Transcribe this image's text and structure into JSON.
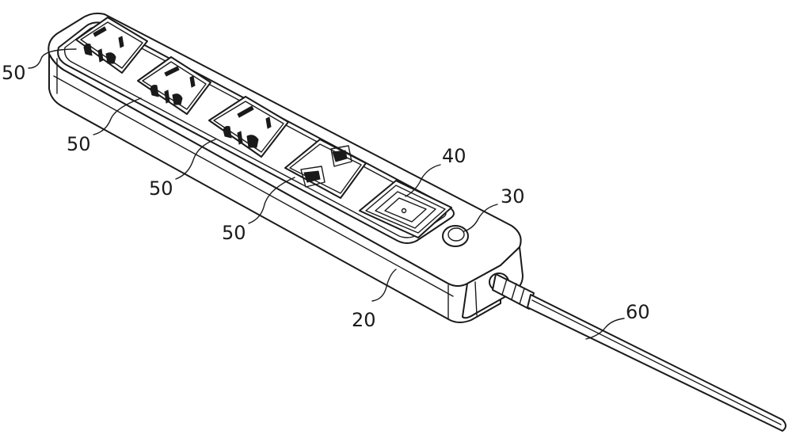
{
  "labels": {
    "housing": "20",
    "button": "30",
    "wireless_charger": "40",
    "socket": "50",
    "cable": "60"
  }
}
